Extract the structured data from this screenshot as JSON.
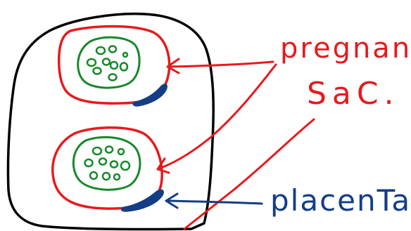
{
  "labels": {
    "sac_line1": "pregnanc",
    "sac_line2": "SaC.",
    "placenta": "placenTa"
  },
  "colors": {
    "outline": "#000000",
    "sac": "#e8191c",
    "embryo": "#17882a",
    "placenta": "#143d86",
    "background": "#ffffff"
  }
}
